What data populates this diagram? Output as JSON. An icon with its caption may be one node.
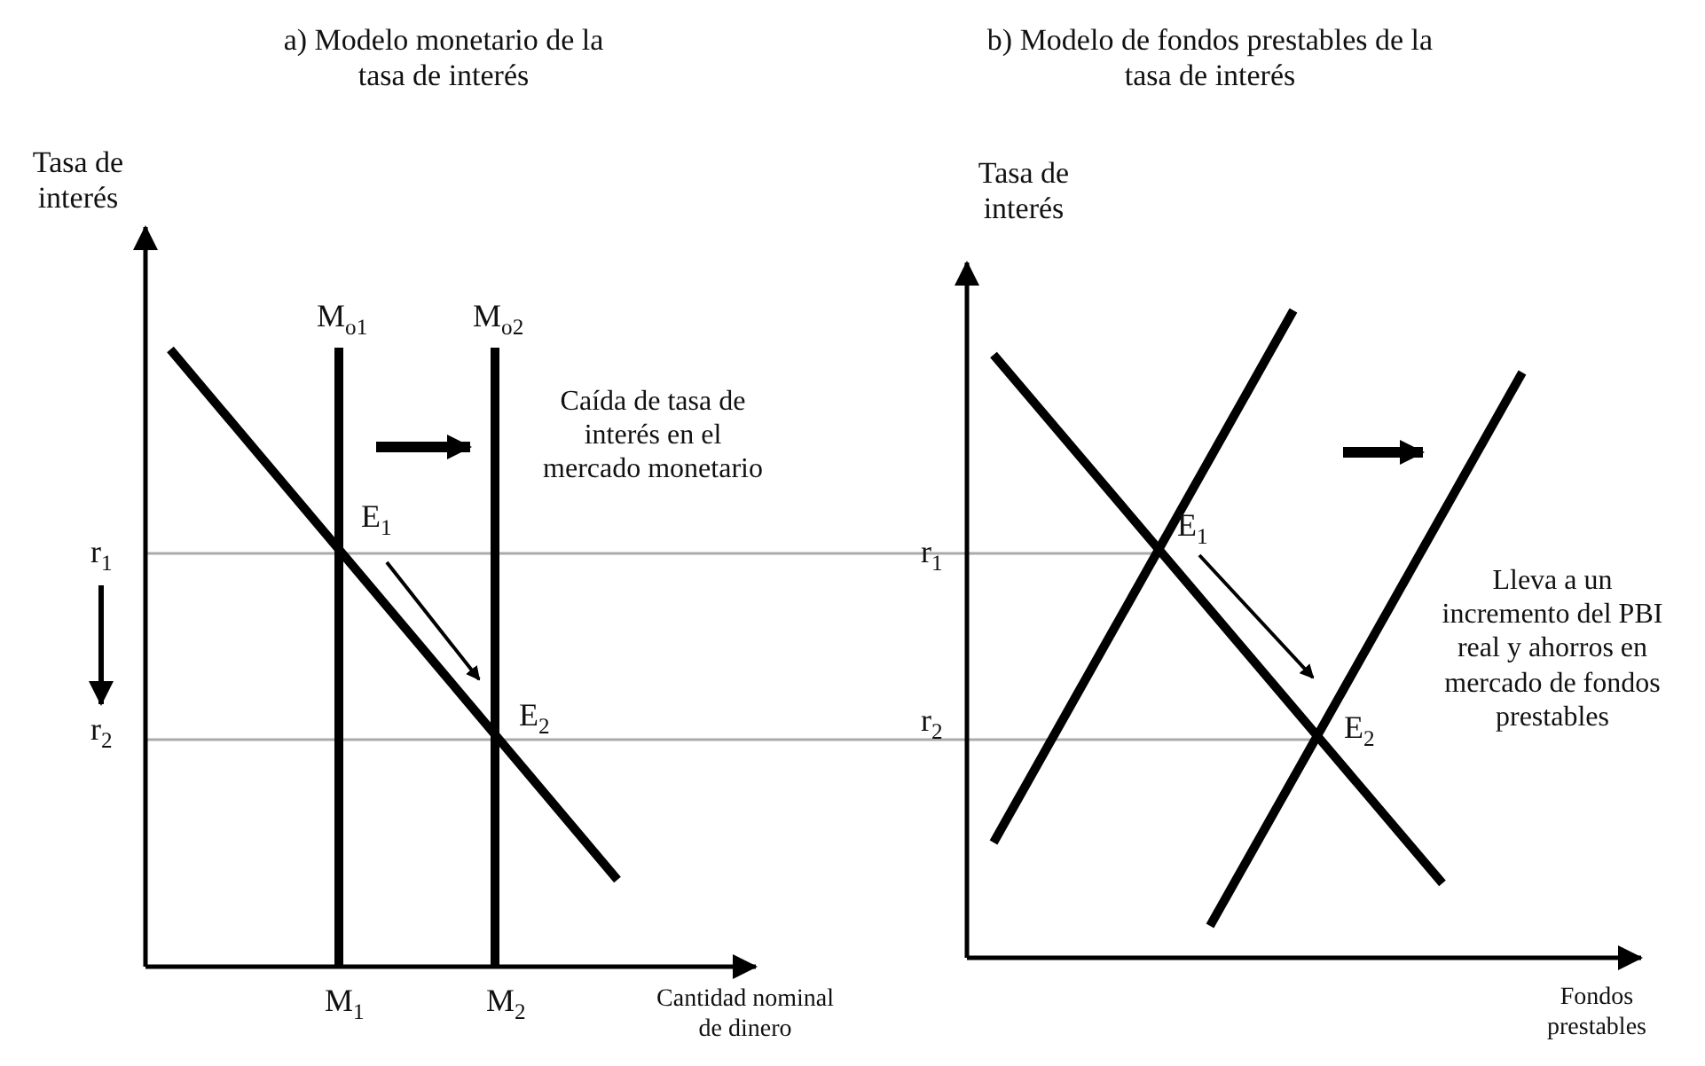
{
  "diagram": {
    "labels": [
      "a) Modelo monetario de la tasa de interés",
      "b) Modelo de fondos prestables de la tasa de interés",
      "Tasa de interés",
      "Tasa de interés",
      "M$_{o1}$",
      "M$_{o2}$",
      "Caída de tasa de interés en el mercado monetario",
      "E$_{1}$",
      "r$_{1}$",
      "r$_{1}$",
      "E$_{1}$",
      "Lleva a un incremento del PBI real y ahorros en mercado de fondos prestables",
      "r$_{2}$",
      "E$_{2}$",
      "r$_{2}$",
      "E$_{2}$",
      "M$_{1}$",
      "M$_{2}$",
      "Cantidad nominal de dinero",
      "Fondos prestables"
    ]
  }
}
